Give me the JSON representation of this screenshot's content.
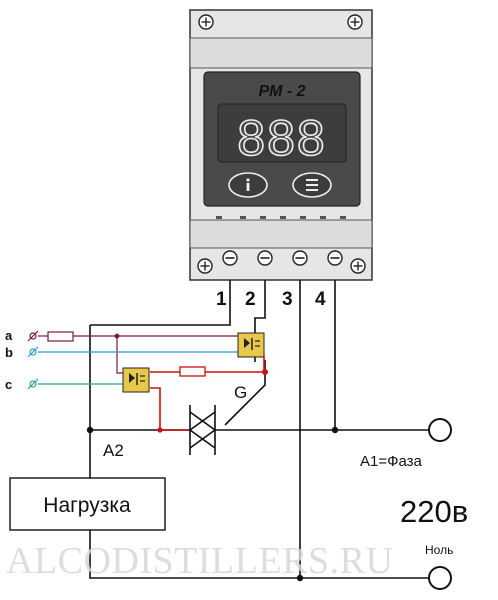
{
  "device": {
    "model": "PM - 2",
    "display_digits": "888",
    "display_color": "#4a4a4a",
    "body_color": "#e6e6e6",
    "button_left_icon": "info-icon",
    "button_right_icon": "menu-icon"
  },
  "terminals": [
    "1",
    "2",
    "3",
    "4"
  ],
  "inputs": {
    "a": "a",
    "b": "b",
    "c": "c",
    "colors": {
      "a": "#7a1a3a",
      "b": "#2a9ad0",
      "c": "#2aa58a"
    }
  },
  "labels": {
    "gate": "G",
    "a2": "A2",
    "a1_phase": "A1=Фаза",
    "voltage": "220в",
    "neutral": "Ноль",
    "load": "Нагрузка",
    "watermark": "ALCODISTILLERS.RU"
  },
  "colors": {
    "wire": "#111111",
    "red_wire": "#cc1111",
    "optocoupler": "#e8c84a"
  }
}
